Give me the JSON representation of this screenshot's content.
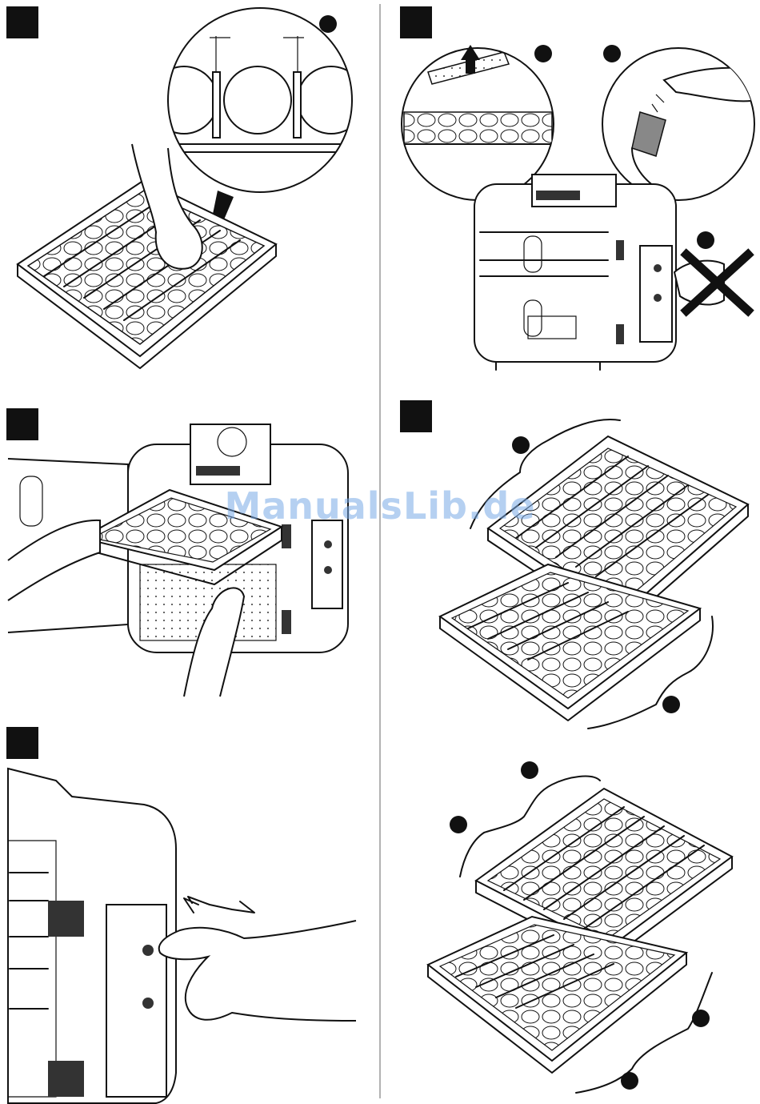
{
  "watermark": "ManualsLib.de",
  "panels": [
    {
      "id": "p1",
      "step_box": "black-square",
      "markers": 1
    },
    {
      "id": "p2",
      "step_box": "black-square",
      "markers": 3
    },
    {
      "id": "p3",
      "step_box": "black-square",
      "markers": 0
    },
    {
      "id": "p4",
      "step_box": "black-square",
      "markers": 2
    },
    {
      "id": "p5",
      "step_box": "black-square",
      "markers": 0
    },
    {
      "id": "p6",
      "step_box": "none",
      "markers": 4
    }
  ],
  "icons": [
    "cross-icon",
    "arrow-up-icon",
    "double-arrow-icon",
    "brace-icon"
  ],
  "colors": {
    "ink": "#111111",
    "paper": "#ffffff",
    "watermark": "#78aae6"
  }
}
